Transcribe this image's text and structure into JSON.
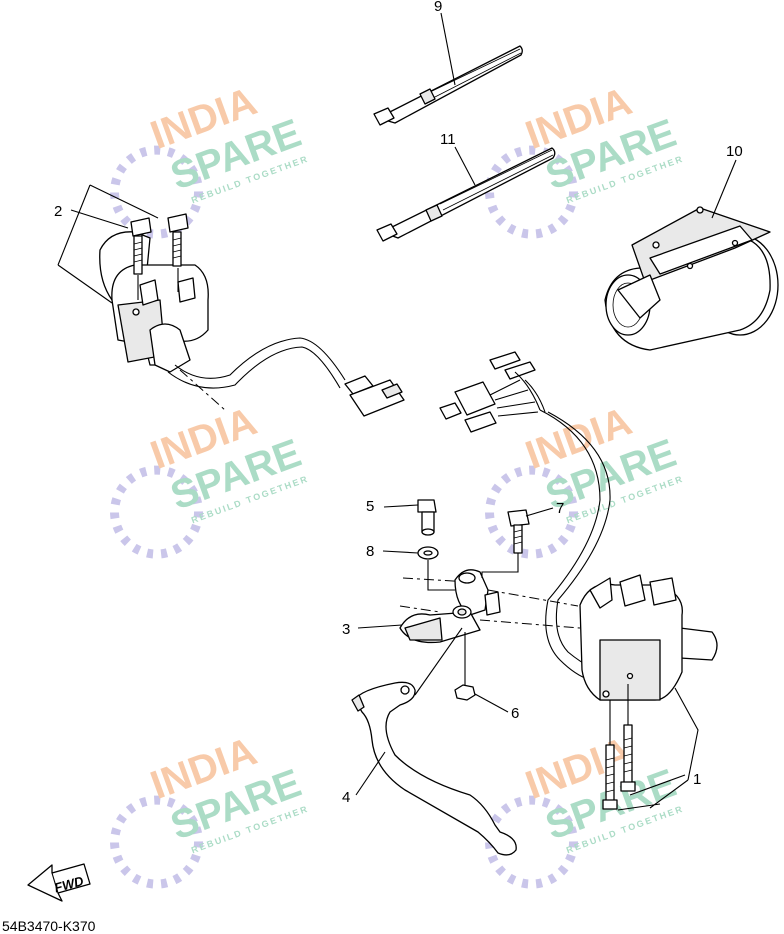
{
  "watermark": {
    "line1": "INDIA",
    "line2": "SPARE",
    "tagline": "REBUILD TOGETHER",
    "color_orange": "#f6b98c",
    "color_green": "#8fd0b3",
    "color_blue": "#b8b3e3"
  },
  "callouts": {
    "p1": "1",
    "p2": "2",
    "p3": "3",
    "p4": "4",
    "p5": "5",
    "p6": "6",
    "p7": "7",
    "p8": "8",
    "p9": "9",
    "p10": "10",
    "p11": "11"
  },
  "fwd_label": "FWD",
  "diagram_code": "54B3470-K370"
}
